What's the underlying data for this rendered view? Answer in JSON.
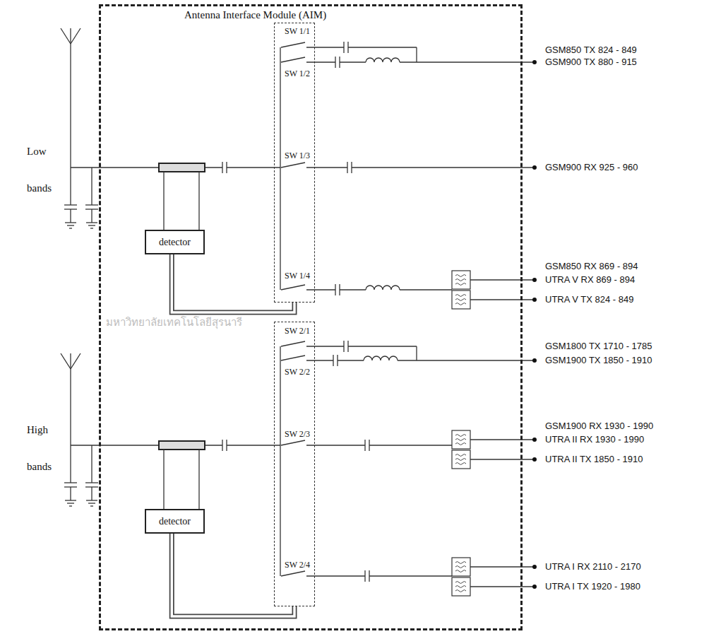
{
  "diagram": {
    "nodes": [
      {
        "text": [
          "Antenna Interface Module (AIM)"
        ]
      },
      {
        "text": [
          "SW 1/1",
          "SW 1/2",
          "SW 1/3",
          "SW 1/4"
        ],
        "in": 0
      },
      {
        "text": [
          "detector"
        ],
        "in": 0
      },
      {
        "text": [
          "SW 2/1",
          "SW 2/2",
          "SW 2/3",
          "SW 2/4"
        ],
        "in": 0
      },
      {
        "text": [
          "detector"
        ],
        "in": 0
      }
    ],
    "edges": [
      {
        "from": 2,
        "to": 1,
        "arrow": "none"
      },
      {
        "from": 4,
        "to": 3,
        "arrow": "none"
      }
    ],
    "labels": [
      "Low bands",
      "GSM850 TX 824 - 849",
      "GSM900 TX 880 - 915",
      "GSM900 RX 925 - 960",
      "GSM850 RX 869 - 894",
      "UTRA V RX 869 - 894",
      "UTRA V TX 824 - 849",
      "มหาวิทยาลัยเทคโนโลยีสุรนารี",
      "High bands",
      "GSM1800 TX 1710 - 1785",
      "GSM1900 TX 1850 - 1910",
      "GSM1900 RX 1930 - 1990",
      "UTRA II RX 1930 - 1990",
      "UTRA II TX 1850 - 1910",
      "UTRA I RX 2110 - 2170",
      "UTRA I TX 1920 - 1980"
    ]
  }
}
